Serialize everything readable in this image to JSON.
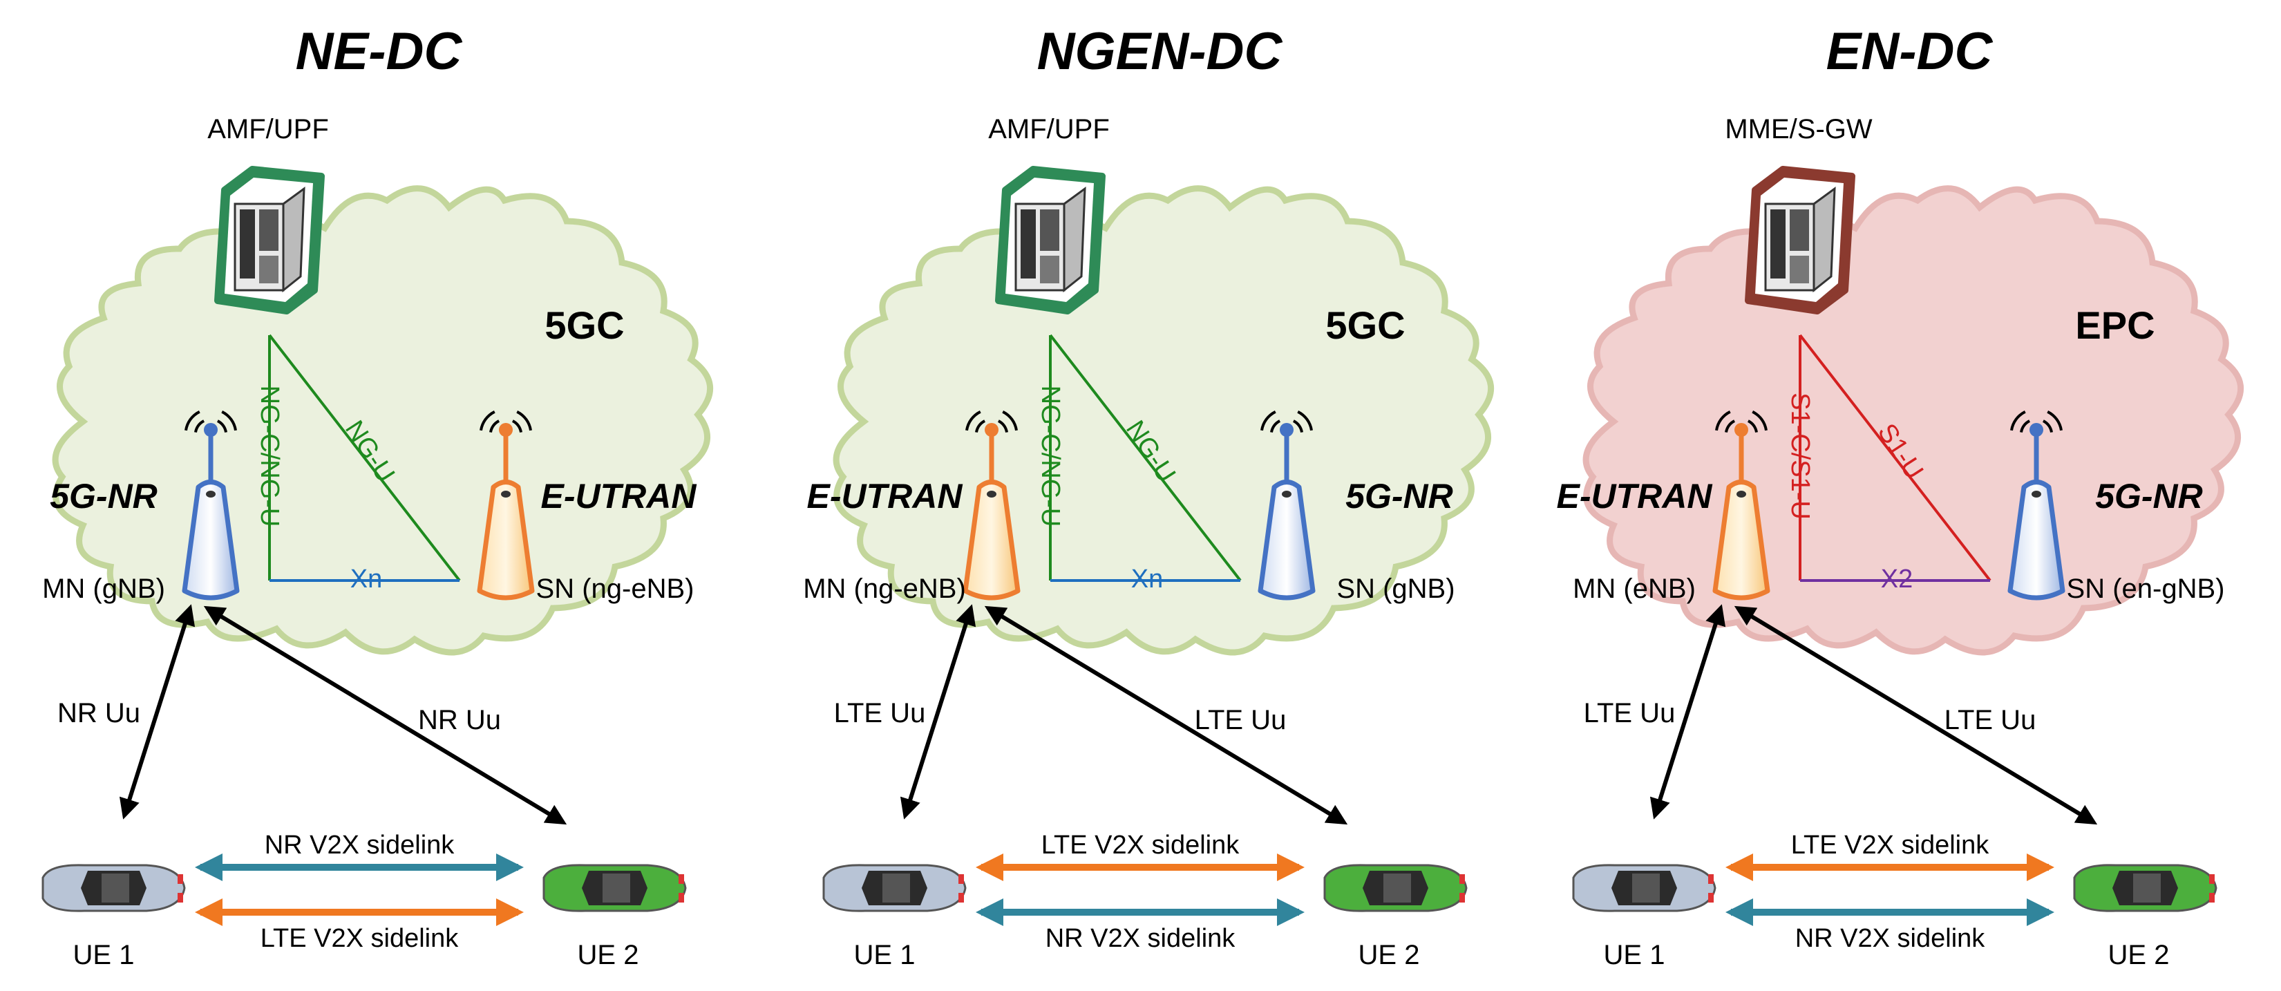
{
  "panels": [
    {
      "title": "NE-DC",
      "core": "AMF/UPF",
      "cloud": "5GC",
      "master": {
        "ran": "5G-NR",
        "node": "MN (gNB)",
        "type": "nr"
      },
      "secondary": {
        "ran": "E-UTRAN",
        "node": "SN (ng-eNB)",
        "type": "lte"
      },
      "iface_control": "NG-C/NG-U",
      "iface_user": "NG-U",
      "iface_x": "Xn",
      "uu_master": "NR Uu",
      "uu_secondary": "NR Uu",
      "sidelink_top": "NR V2X sidelink",
      "sidelink_bottom": "LTE V2X sidelink",
      "ue1": "UE 1",
      "ue2": "UE 2"
    },
    {
      "title": "NGEN-DC",
      "core": "AMF/UPF",
      "cloud": "5GC",
      "master": {
        "ran": "E-UTRAN",
        "node": "MN (ng-eNB)",
        "type": "lte"
      },
      "secondary": {
        "ran": "5G-NR",
        "node": "SN (gNB)",
        "type": "nr"
      },
      "iface_control": "NG-C/NG-U",
      "iface_user": "NG-U",
      "iface_x": "Xn",
      "uu_master": "LTE Uu",
      "uu_secondary": "LTE Uu",
      "sidelink_top": "LTE V2X sidelink",
      "sidelink_bottom": "NR V2X sidelink",
      "ue1": "UE 1",
      "ue2": "UE 2"
    },
    {
      "title": "EN-DC",
      "core": "MME/S-GW",
      "cloud": "EPC",
      "master": {
        "ran": "E-UTRAN",
        "node": "MN (eNB)",
        "type": "lte"
      },
      "secondary": {
        "ran": "5G-NR",
        "node": "SN (en-gNB)",
        "type": "nr"
      },
      "iface_control": "S1-C/S1-U",
      "iface_user": "S1-U",
      "iface_x": "X2",
      "uu_master": "LTE Uu",
      "uu_secondary": "LTE Uu",
      "sidelink_top": "LTE V2X sidelink",
      "sidelink_bottom": "NR V2X sidelink",
      "ue1": "UE 1",
      "ue2": "UE 2"
    }
  ],
  "colors": {
    "cloud_5gc_fill": "#ebf1de",
    "cloud_5gc_stroke": "#c3d69b",
    "cloud_epc_fill": "#f2d1d0",
    "cloud_epc_stroke": "#e6b6b4",
    "server_5gc": "#2e8b57",
    "server_epc": "#8b3a2f",
    "iface_5gc": "#1e8a1e",
    "iface_epc": "#d42020",
    "xn": "#1f6fbf",
    "x2": "#7030a0",
    "nr_tower": "#4472c4",
    "lte_tower": "#ed7d31",
    "nr_sidelink": "#31859c",
    "lte_sidelink": "#f07820",
    "ue1_car": "#b8c4d6",
    "ue2_car": "#4caf3d"
  },
  "icons": [
    "server-icon",
    "nr-tower-icon",
    "lte-tower-icon",
    "car-icon"
  ]
}
